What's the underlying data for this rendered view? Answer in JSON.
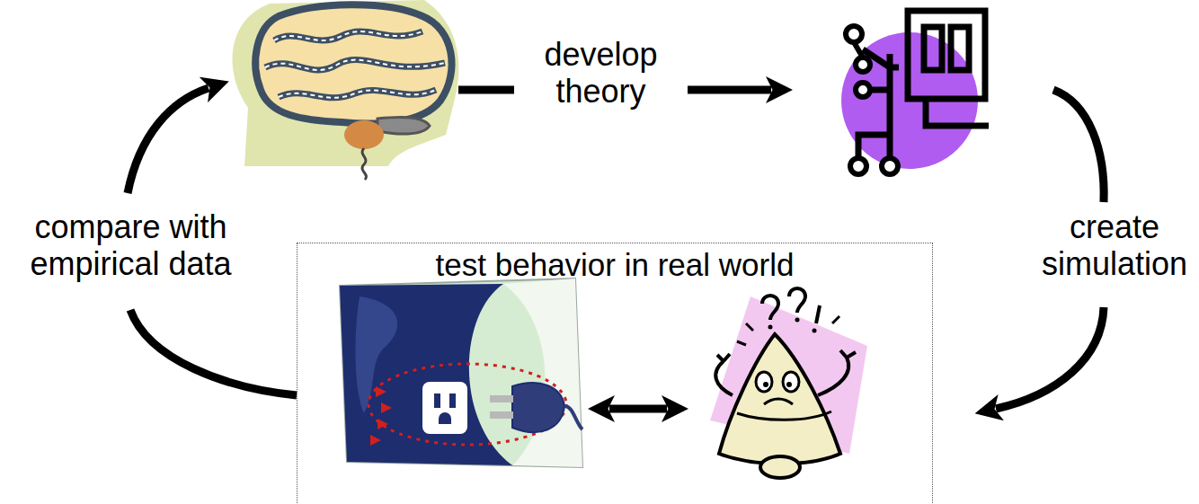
{
  "diagram": {
    "nodes": [
      {
        "text": [
          "test behavior in real world"
        ]
      }
    ],
    "labels": [
      "develop theory",
      "create simulation",
      "compare with empirical data"
    ]
  }
}
